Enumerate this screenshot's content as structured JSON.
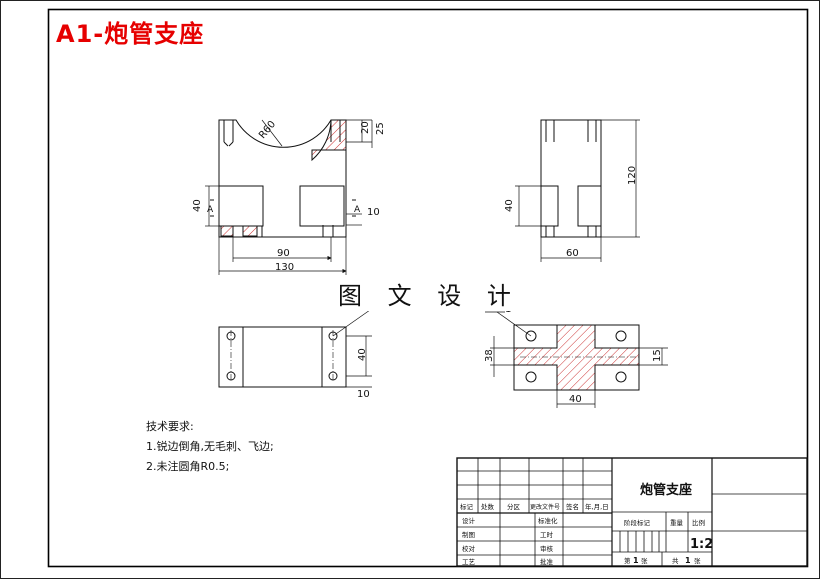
{
  "sheet_title": "A1-炮管支座",
  "watermark": "图 文 设 计",
  "tech_requirements": {
    "heading": "技术要求:",
    "items": [
      "1.锐边倒角,无毛刺、飞边;",
      "2.未注圆角R0.5;"
    ]
  },
  "dimensions": {
    "front": {
      "radius": "R60",
      "top_1": "20",
      "top_2": "25",
      "height_left": "40",
      "right": "10",
      "inner_width": "90",
      "overall_width": "130",
      "section_mark_left": "A",
      "section_mark_right": "A"
    },
    "side": {
      "height": "120",
      "height_lower": "40",
      "width": "60"
    },
    "top": {
      "depth": "40",
      "offset": "10"
    },
    "section": {
      "leader": "1",
      "height": "38",
      "right": "15",
      "width": "40"
    }
  },
  "title_block": {
    "part_name": "炮管支座",
    "scale": "1:2",
    "header_row": [
      "标记",
      "处数",
      "分区",
      "更改文件号",
      "签名",
      "年,月,日"
    ],
    "left_labels": [
      "设计",
      "制图",
      "校对",
      "工艺"
    ],
    "mid_labels": [
      "标准化",
      "工时",
      "审核",
      "批准"
    ],
    "stage_labels": [
      "阶段标记",
      "重量",
      "比例"
    ],
    "sheet_total_label": "共",
    "sheet_total": "1",
    "sheet_unit": "张",
    "sheet_no_label": "第",
    "sheet_no": "1",
    "sheet_no_unit": "张"
  }
}
